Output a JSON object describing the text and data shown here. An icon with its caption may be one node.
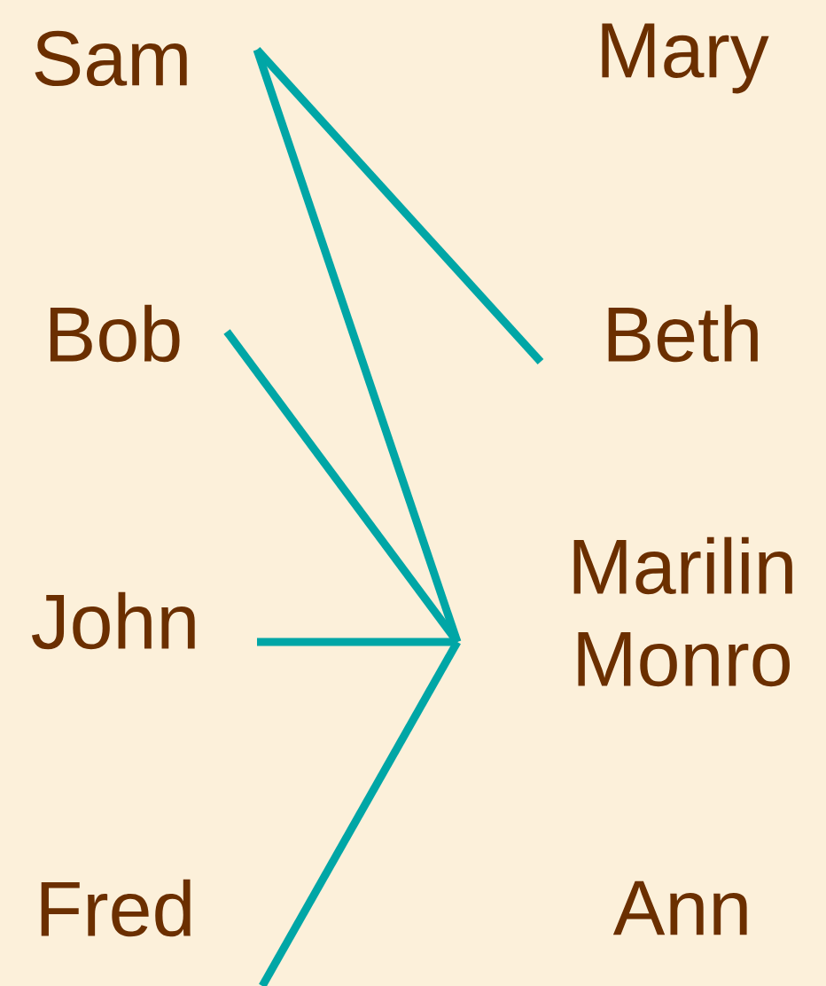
{
  "diagram": {
    "nodes": [
      {
        "text": [
          "Sam"
        ]
      },
      {
        "text": [
          "Bob"
        ]
      },
      {
        "text": [
          "John"
        ]
      },
      {
        "text": [
          "Fred"
        ]
      },
      {
        "text": [
          "Mary"
        ]
      },
      {
        "text": [
          "Beth"
        ]
      },
      {
        "text": [
          "Marilin Monro"
        ]
      },
      {
        "text": [
          "Ann"
        ]
      }
    ],
    "edges": [
      {
        "from": 0,
        "to": 5,
        "arrow": "none"
      },
      {
        "from": 0,
        "to": 6,
        "arrow": "none"
      },
      {
        "from": 1,
        "to": 6,
        "arrow": "none"
      },
      {
        "from": 2,
        "to": 6,
        "arrow": "none"
      },
      {
        "from": 3,
        "to": 6,
        "arrow": "none"
      }
    ]
  }
}
